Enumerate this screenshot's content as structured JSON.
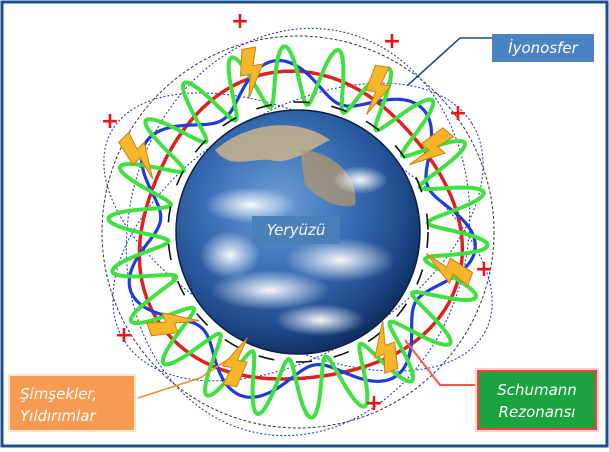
{
  "labels": {
    "ionosphere": "İyonosfer",
    "earth": "Yeryüzü",
    "lightning_line1": "Şimşekler,",
    "lightning_line2": "Yıldırımlar",
    "schumann_line1": "Schumann",
    "schumann_line2": "Rezonansı"
  },
  "plus_sign": "+",
  "colors": {
    "frame": "#1f4e8c",
    "earth_ocean": "#2b5fa6",
    "red_wave": "#e0201c",
    "blue_wave": "#1e3cd8",
    "green_wave": "#3fe040",
    "dotted_orbits": "#2a3fc0",
    "plus": "#e8151b",
    "bolt": "#f7b62a",
    "ionosphere_box": "#4a82c2",
    "lightning_box": "#f59b52",
    "schumann_box": "#1aa33f"
  },
  "icons": [
    "lightning-bolt-icon",
    "plus-icon"
  ]
}
